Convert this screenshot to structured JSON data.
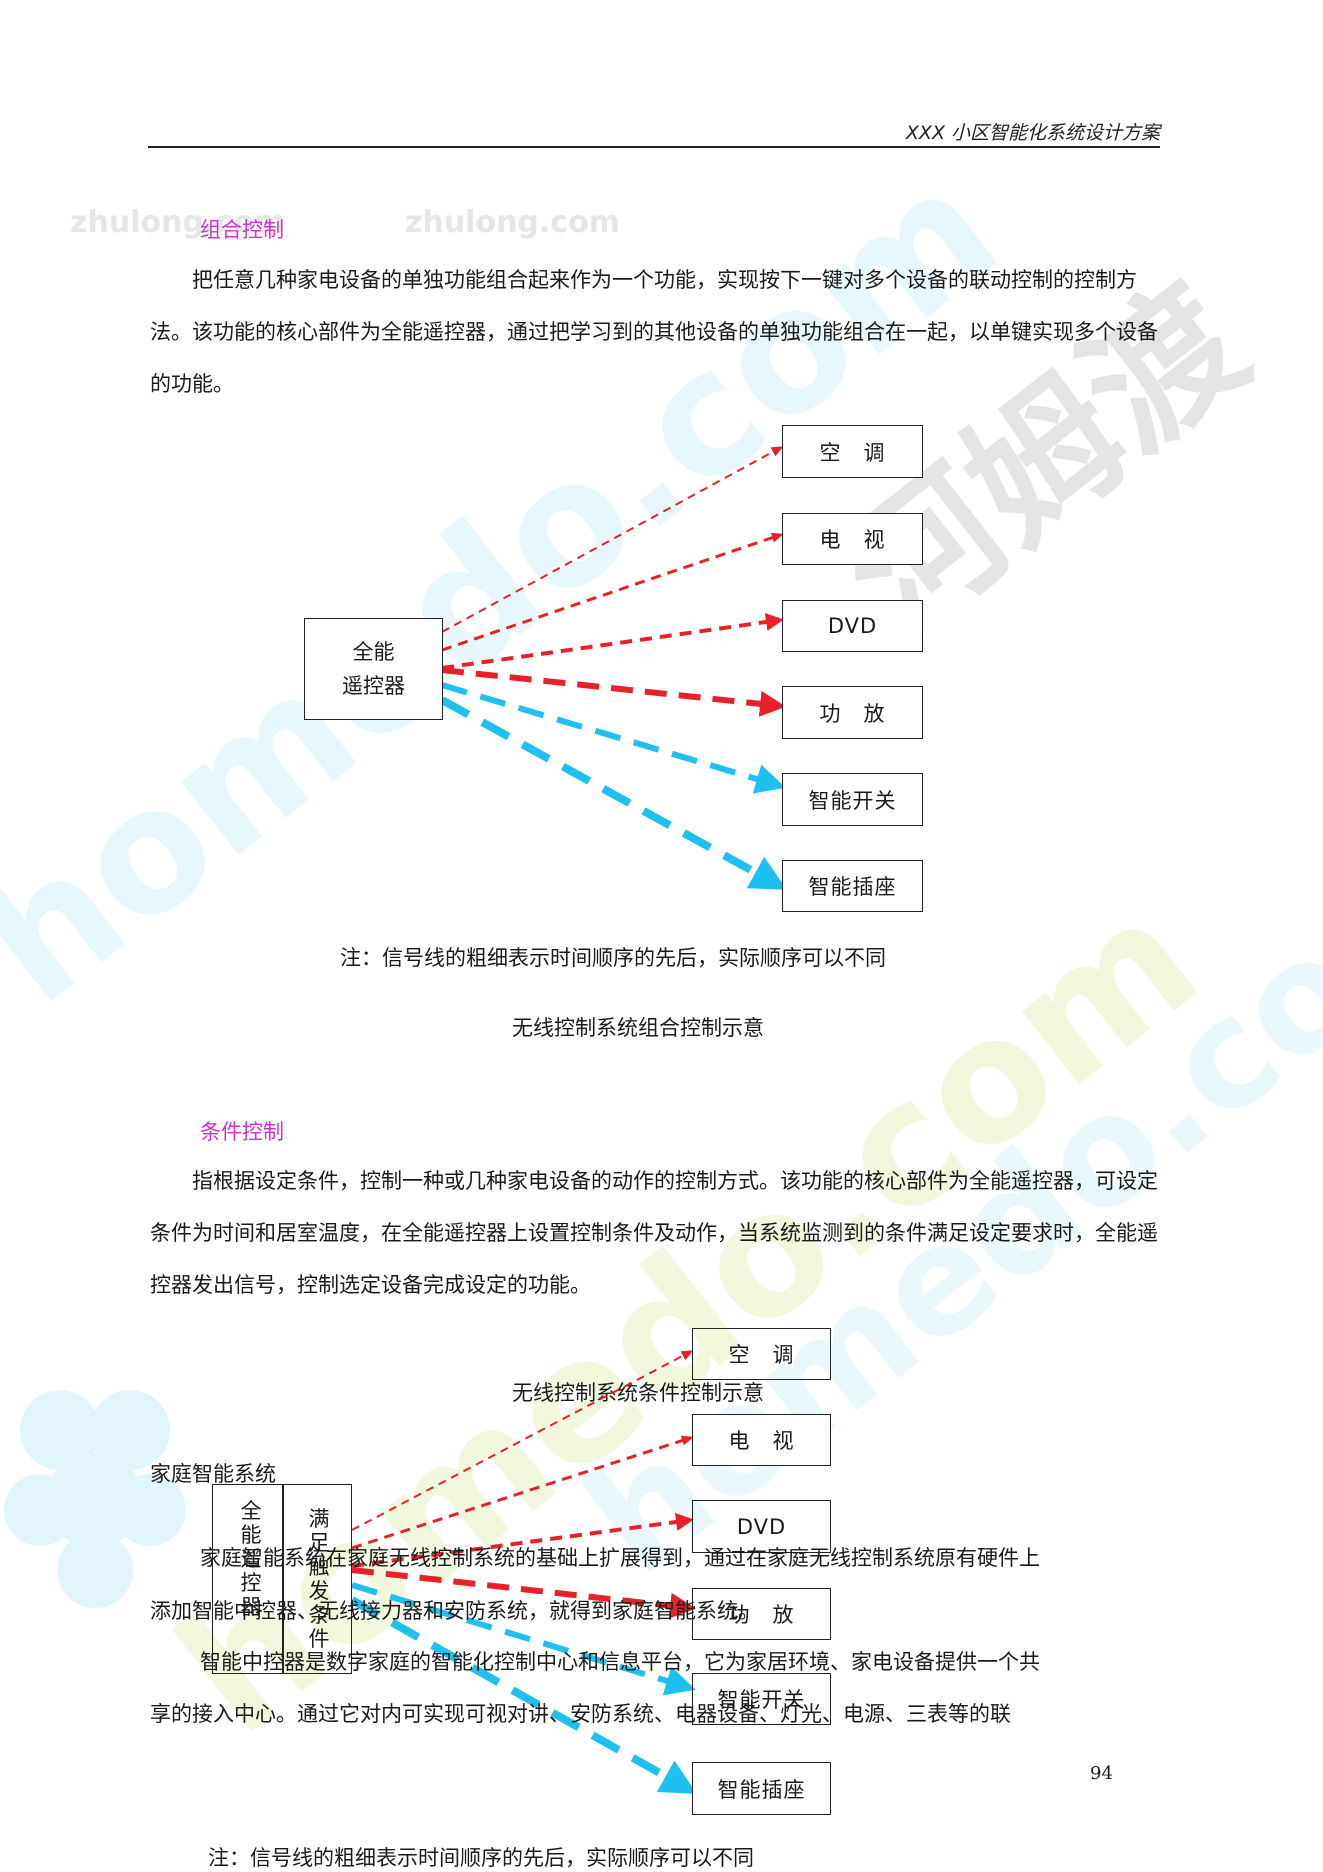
{
  "header": {
    "title": "XXX 小区智能化系统设计方案"
  },
  "sections": {
    "combo": {
      "heading": "组合控制",
      "paragraph": "把任意几种家电设备的单独功能组合起来作为一个功能，实现按下一键对多个设备的联动控制的控制方法。该功能的核心部件为全能遥控器，通过把学习到的其他设备的单独功能组合在一起，以单键实现多个设备的功能。",
      "diagram": {
        "remote_label_1": "全能",
        "remote_label_2": "遥控器",
        "devices": [
          "空　调",
          "电　视",
          "DVD",
          "功　放",
          "智能开关",
          "智能插座"
        ]
      },
      "note": "注：信号线的粗细表示时间顺序的先后，实际顺序可以不同",
      "caption": "无线控制系统组合控制示意"
    },
    "condition": {
      "heading": "条件控制",
      "paragraph": "指根据设定条件，控制一种或几种家电设备的动作的控制方式。该功能的核心部件为全能遥控器，可设定条件为时间和居室温度，在全能遥控器上设置控制条件及动作，当系统监测到的条件满足设定要求时，全能遥控器发出信号，控制选定设备完成设定的功能。",
      "caption": "无线控制系统条件控制示意",
      "diagram": {
        "remote_text": "全能遥控器",
        "condition_text": "满足触发条件",
        "devices": [
          "空　调",
          "电　视",
          "DVD",
          "功　放",
          "智能开关",
          "智能插座"
        ]
      },
      "note": "注：信号线的粗细表示时间顺序的先后，实际顺序可以不同"
    },
    "home": {
      "heading": "家庭智能系统",
      "p1_line1": "家庭智能系统在家庭无线控制系统的基础上扩展得到，通过在家庭无线控制系统原有硬件上",
      "p1_line2": "添加智能中控器、无线接力器和安防系统，就得到家庭智能系统。",
      "p2_line1": "智能中控器是数字家庭的智能化控制中心和信息平台，它为家居环境、家电设备提供一个共",
      "p2_line2": "享的接入中心。通过它对内可实现可视对讲、安防系统、电器设备、灯光、电源、三表等的联"
    }
  },
  "watermarks": {
    "site": "zhulong.com",
    "brand": "homedo.com",
    "brand_cn": "河姆渡"
  },
  "page_number": "94",
  "colors": {
    "red_arrow": "#e8202a",
    "cyan_arrow": "#1ec0ee",
    "heading": "#cc33cc"
  }
}
